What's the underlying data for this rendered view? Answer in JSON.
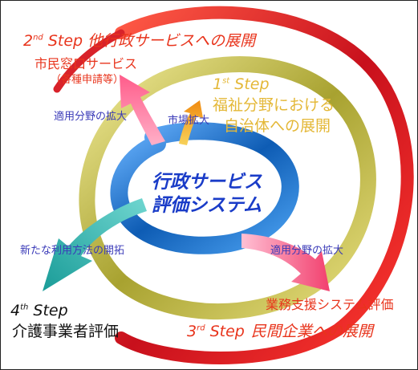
{
  "center": {
    "line1": "行政サービス",
    "line2": "評価システム"
  },
  "steps": {
    "step1": {
      "num": "1",
      "sup": "st",
      "word": "Step",
      "line1": "福祉分野における",
      "line2": "自治体への展開"
    },
    "step2": {
      "num": "2",
      "sup": "nd",
      "word": "Step",
      "title": "他行政サービスへの展開",
      "sub1": "市民窓口サービス",
      "sub2": "（各種申請等）"
    },
    "step3": {
      "num": "3",
      "sup": "rd",
      "word": "Step",
      "title": "民間企業への展開",
      "sub": "業務支援システム評価"
    },
    "step4": {
      "num": "4",
      "sup": "th",
      "word": "Step",
      "sub": "介護事業者評価"
    }
  },
  "arrows": {
    "upper_left": "適用分野の拡大",
    "market": "市場拡大",
    "new_use": "新たな利用方法の開拓",
    "lower_right": "適用分野の拡大"
  },
  "colors": {
    "red": "#e8341c",
    "gold": "#e4b838",
    "blue_text": "#3a3ab8",
    "olive_ring": "#b8b23a",
    "red_ring": "#c4141c",
    "blue_ring": "#1e72c8",
    "teal_arrow": "#26a8a4",
    "pink_arrow": "#f06c9a",
    "orange_arrow": "#f2a020"
  }
}
